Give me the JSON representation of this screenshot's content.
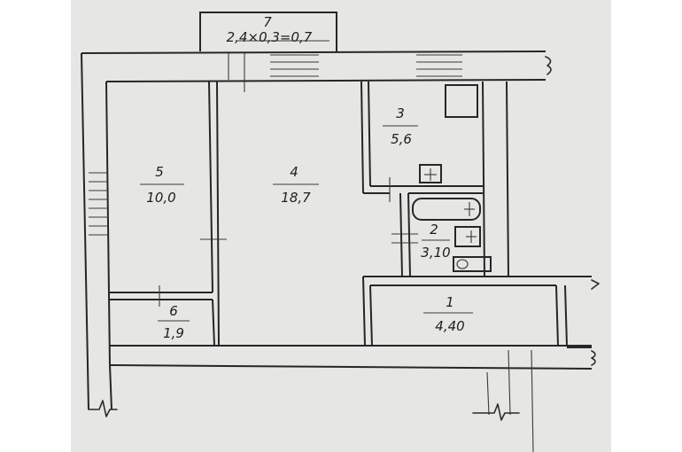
{
  "rooms": [
    {
      "id": "1",
      "number": "1",
      "area": "4,40"
    },
    {
      "id": "2",
      "number": "2",
      "area": "3,10"
    },
    {
      "id": "3",
      "number": "3",
      "area": "5,6"
    },
    {
      "id": "4",
      "number": "4",
      "area": "18,7"
    },
    {
      "id": "5",
      "number": "5",
      "area": "10,0"
    },
    {
      "id": "6",
      "number": "6",
      "area": "1,9"
    },
    {
      "id": "7",
      "number": "7",
      "area": "2,4×0,3=0,7"
    }
  ],
  "colors": {
    "paper": "#e6e6e4",
    "ink": "#262626",
    "background": "#ffffff"
  }
}
